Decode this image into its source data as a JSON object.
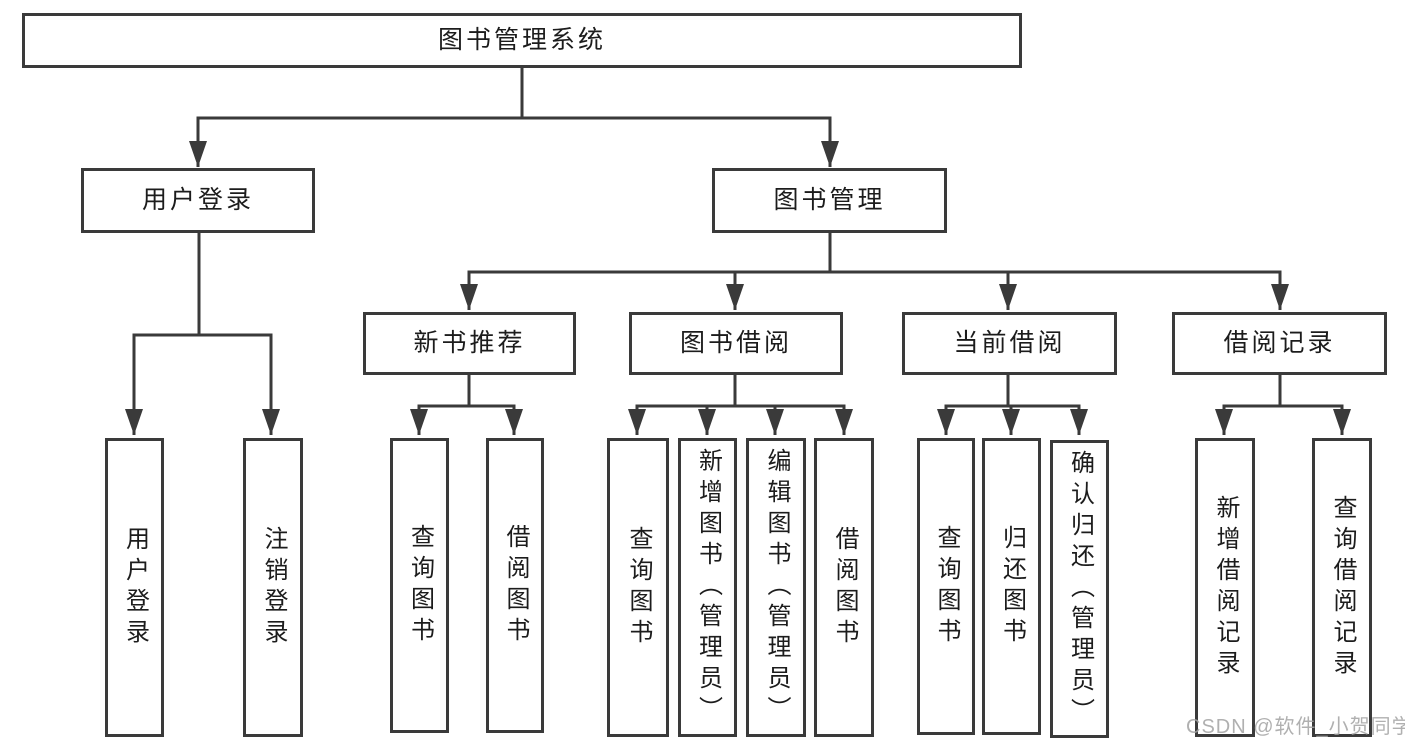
{
  "diagram": {
    "title": "图书管理系统",
    "colors": {
      "line": "#3a3a3a",
      "text": "#1c1c1c",
      "background": "#ffffff",
      "watermark": "#a3a3a3"
    },
    "tree": {
      "root": {
        "label": "图书管理系统"
      },
      "branches": [
        {
          "label": "用户登录",
          "children": [
            {
              "label": "用户登录"
            },
            {
              "label": "注销登录"
            }
          ]
        },
        {
          "label": "图书管理",
          "children": [
            {
              "label": "新书推荐",
              "children": [
                {
                  "label": "查询图书"
                },
                {
                  "label": "借阅图书"
                }
              ]
            },
            {
              "label": "图书借阅",
              "children": [
                {
                  "label": "查询图书"
                },
                {
                  "label": "新增图书（管理员）"
                },
                {
                  "label": "编辑图书（管理员）"
                },
                {
                  "label": "借阅图书"
                }
              ]
            },
            {
              "label": "当前借阅",
              "children": [
                {
                  "label": "查询图书"
                },
                {
                  "label": "归还图书"
                },
                {
                  "label": "确认归还（管理员）"
                }
              ]
            },
            {
              "label": "借阅记录",
              "children": [
                {
                  "label": "新增借阅记录"
                },
                {
                  "label": "查询借阅记录"
                }
              ]
            }
          ]
        }
      ]
    },
    "watermark": {
      "text": "CSDN @软件_小贺同学"
    }
  }
}
